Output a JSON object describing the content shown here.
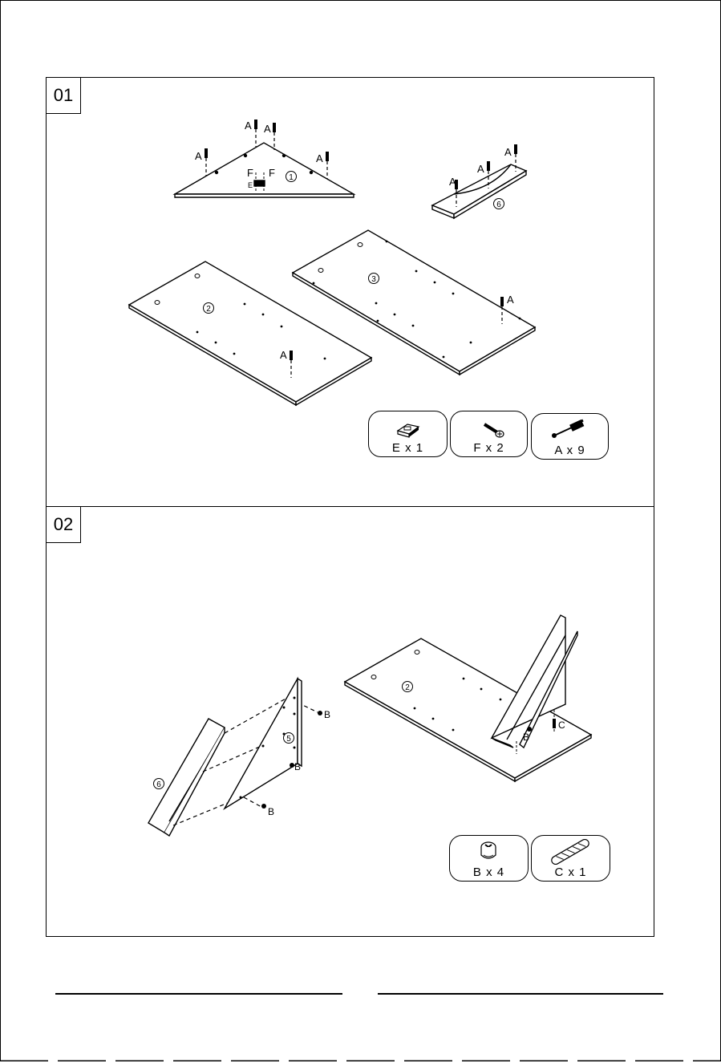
{
  "steps": [
    {
      "number": "01",
      "part_labels": {
        "p1": "1",
        "p2": "2",
        "p3": "3",
        "p6": "6"
      },
      "hardware_letters": {
        "a": "A",
        "e": "E",
        "f": "F"
      },
      "hardware": [
        {
          "code": "E",
          "label": "E x 1",
          "icon": "magnet-catch-icon"
        },
        {
          "code": "F",
          "label": "F x 2",
          "icon": "screw-icon"
        },
        {
          "code": "A",
          "label": "A x 9",
          "icon": "cam-bolt-icon"
        }
      ]
    },
    {
      "number": "02",
      "part_labels": {
        "p2": "2",
        "p5": "5",
        "p6": "6"
      },
      "hardware_letters": {
        "b": "B",
        "c": "C"
      },
      "hardware": [
        {
          "code": "B",
          "label": "B x 4",
          "icon": "cam-lock-icon"
        },
        {
          "code": "C",
          "label": "C x 1",
          "icon": "wood-dowel-icon"
        }
      ]
    }
  ]
}
